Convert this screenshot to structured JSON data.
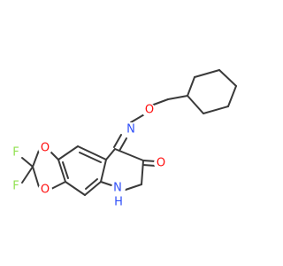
{
  "molecule": {
    "atoms": {
      "o_ring_top": "O",
      "o_ring_bottom": "O",
      "f_top": "F",
      "f_bottom": "F",
      "n_oxime": "N",
      "o_oxime": "O",
      "o_carbonyl": "O",
      "n_amide": "N",
      "h_amide": "H"
    },
    "colors": {
      "oxygen": "#ff0d0d",
      "nitrogen": "#3050f8",
      "fluorine": "#90e050",
      "bond": "#3a3a3a"
    }
  }
}
